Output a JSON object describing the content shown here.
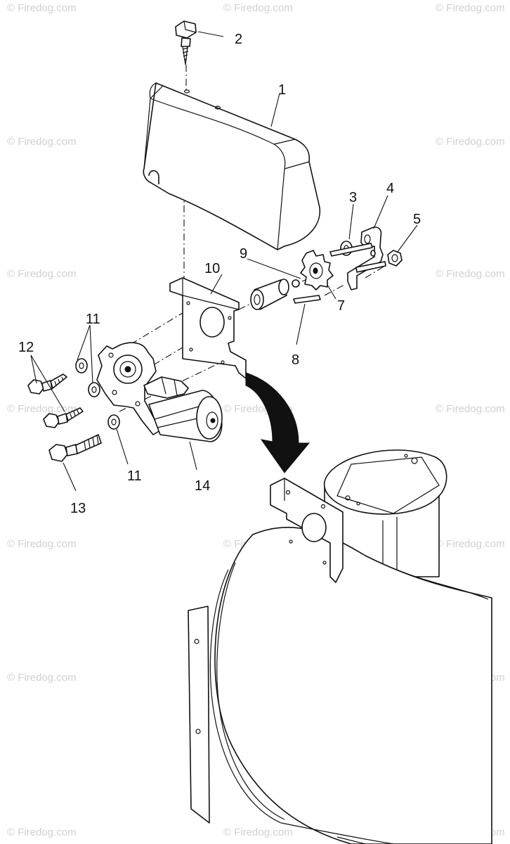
{
  "watermark": "© Firedog.com",
  "callouts": {
    "c1": "1",
    "c2": "2",
    "c3": "3",
    "c4": "4",
    "c5": "5",
    "c7": "7",
    "c8": "8",
    "c9": "9",
    "c10": "10",
    "c11a": "11",
    "c11b": "11",
    "c12": "12",
    "c13": "13",
    "c14": "14"
  }
}
